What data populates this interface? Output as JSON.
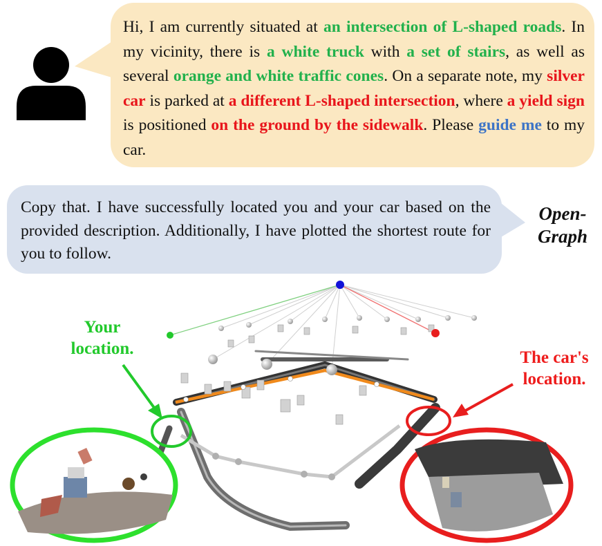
{
  "user_message": {
    "segments": [
      {
        "text": "Hi, I am currently situated at ",
        "style": "plain"
      },
      {
        "text": "an intersection of L-shaped roads",
        "style": "green"
      },
      {
        "text": ". In my vicinity, there is ",
        "style": "plain"
      },
      {
        "text": "a white truck",
        "style": "green"
      },
      {
        "text": " with ",
        "style": "plain"
      },
      {
        "text": "a set of stairs",
        "style": "green"
      },
      {
        "text": ", as well as several ",
        "style": "plain"
      },
      {
        "text": "orange and white traffic cones",
        "style": "green"
      },
      {
        "text": ". On a separate note, my ",
        "style": "plain"
      },
      {
        "text": "silver car",
        "style": "red"
      },
      {
        "text": " is parked at ",
        "style": "plain"
      },
      {
        "text": "a different L-shaped intersection",
        "style": "red"
      },
      {
        "text": ", where ",
        "style": "plain"
      },
      {
        "text": "a yield sign",
        "style": "red"
      },
      {
        "text": " is positioned ",
        "style": "plain"
      },
      {
        "text": "on the ground by the sidewalk",
        "style": "red"
      },
      {
        "text": ". Please ",
        "style": "plain"
      },
      {
        "text": "guide me",
        "style": "blue"
      },
      {
        "text": " to my car.",
        "style": "plain"
      }
    ]
  },
  "bot_message": {
    "text": "Copy that. I have successfully located you and your car based on the provided description. Additionally, I have plotted the shortest route for you to follow.",
    "name_line1": "Open-",
    "name_line2": "Graph"
  },
  "labels": {
    "your_location_1": "Your",
    "your_location_2": "location.",
    "car_location_1": "The car's",
    "car_location_2": "location."
  },
  "colors": {
    "user_bubble": "#fbe8c2",
    "bot_bubble": "#d9e1ee",
    "highlight_green": "#22b14c",
    "highlight_red": "#e8151b",
    "highlight_blue": "#3d74c6",
    "route_orange": "#f08a1c",
    "root_node": "#1212d8"
  },
  "icons": {
    "user": "person-silhouette-icon"
  }
}
